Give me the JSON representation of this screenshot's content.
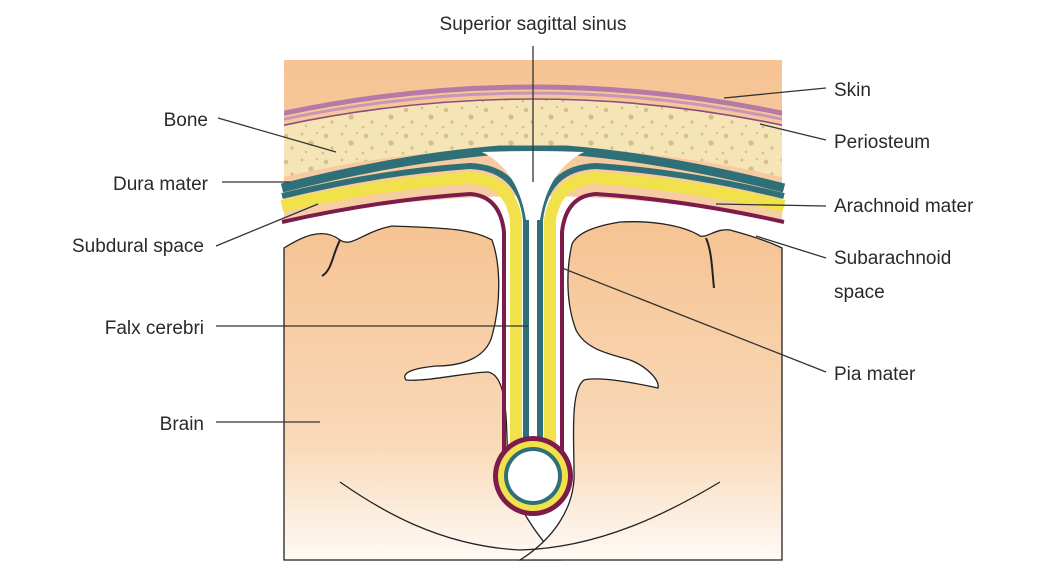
{
  "labels": {
    "superior_sagittal_sinus": "Superior sagittal sinus",
    "skin": "Skin",
    "periosteum": "Periosteum",
    "bone": "Bone",
    "dura_mater": "Dura mater",
    "arachnoid_mater": "Arachnoid mater",
    "subdural_space": "Subdural space",
    "subarachnoid_space_line1": "Subarachnoid",
    "subarachnoid_space_line2": "space",
    "falx_cerebri": "Falx cerebri",
    "pia_mater": "Pia mater",
    "brain": "Brain"
  },
  "colors": {
    "skin": "#b57aa6",
    "bone": "#f5e3b3",
    "bone_speckle": "#d9c08a",
    "dura": "#2f6f78",
    "arachnoid": "#f1e14a",
    "pia": "#7d1c4a",
    "brain_top": "#f6c595",
    "brain_bottom": "#fdf0e2",
    "line": "#333333"
  }
}
